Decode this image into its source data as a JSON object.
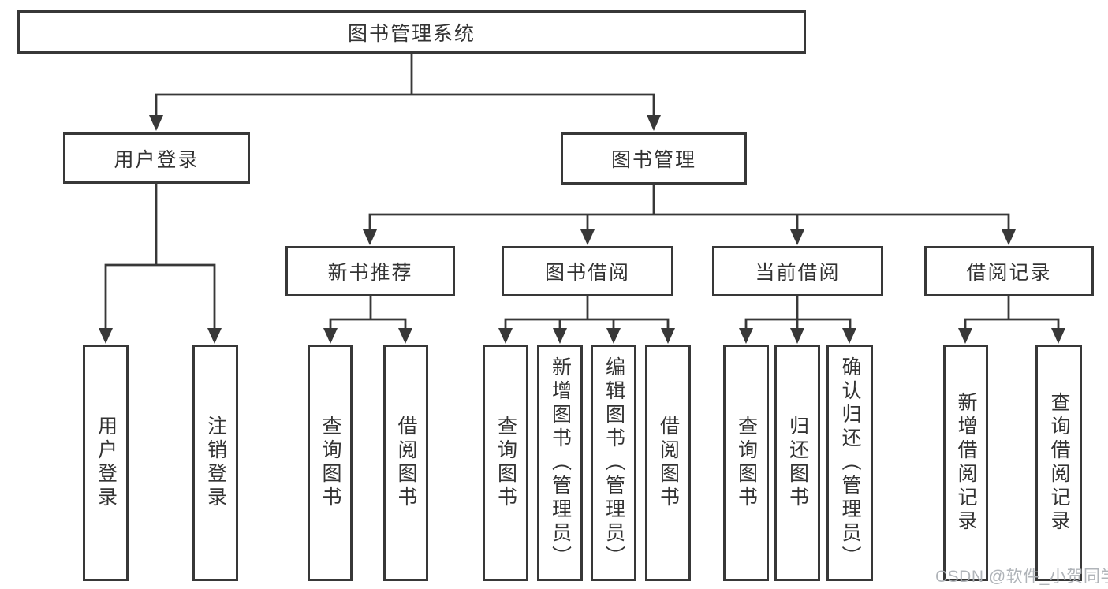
{
  "colors": {
    "line": "#383838",
    "box_border": "#383838",
    "box_fill": "#ffffff",
    "text": "#333333",
    "watermark": "#b0b4b8"
  },
  "tree": {
    "root": "图书管理系统",
    "user": {
      "label": "用户登录",
      "leaves": [
        "用户登录",
        "注销登录"
      ]
    },
    "books": {
      "label": "图书管理",
      "children": [
        {
          "label": "新书推荐",
          "leaves": [
            "查询图书",
            "借阅图书"
          ]
        },
        {
          "label": "图书借阅",
          "leaves": [
            "查询图书",
            "新增图书（管理员）",
            "编辑图书（管理员）",
            "借阅图书"
          ]
        },
        {
          "label": "当前借阅",
          "leaves": [
            "查询图书",
            "归还图书",
            "确认归还（管理员）"
          ]
        },
        {
          "label": "借阅记录",
          "leaves": [
            "新增借阅记录",
            "查询借阅记录"
          ]
        }
      ]
    }
  },
  "watermark": "CSDN @软件_小贺同学"
}
